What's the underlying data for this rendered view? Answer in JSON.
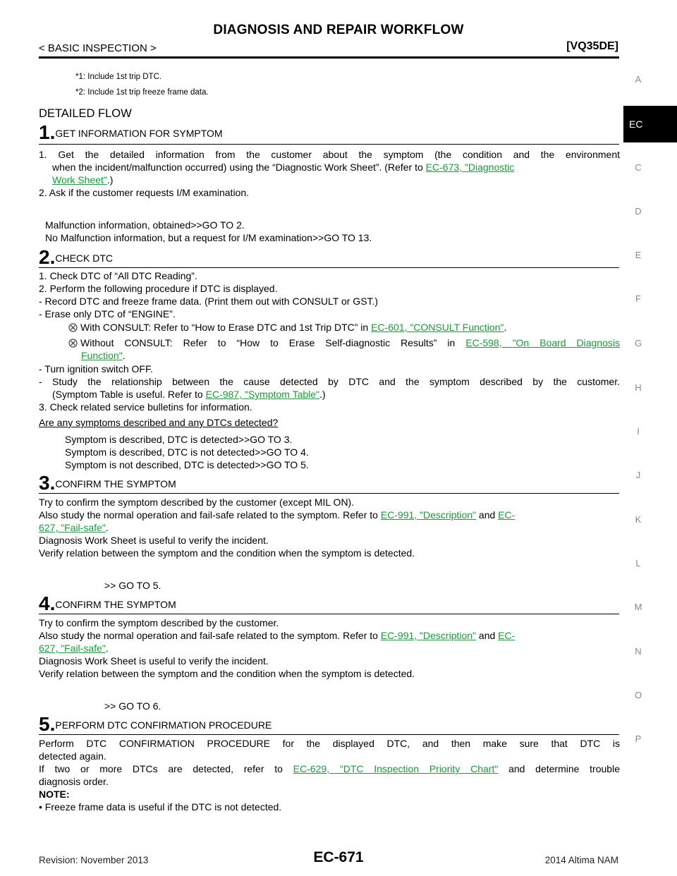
{
  "header": {
    "title": "DIAGNOSIS AND REPAIR WORKFLOW",
    "section": "< BASIC INSPECTION >",
    "model": "[VQ35DE]"
  },
  "notes": [
    "*1: Include 1st trip DTC.",
    "*2: Include 1st trip freeze frame data."
  ],
  "flow_title": "DETAILED FLOW",
  "sidebar": {
    "letters": [
      "A",
      "C",
      "D",
      "E",
      "F",
      "G",
      "H",
      "I",
      "J",
      "K",
      "L",
      "M",
      "N",
      "O",
      "P"
    ],
    "active_tab": "EC"
  },
  "colors": {
    "link": "#1a9a3a",
    "tab_bg": "#000000"
  },
  "steps": {
    "s1": {
      "num": "1.",
      "title": "GET INFORMATION FOR SYMPTOM",
      "l1": "1. Get the detailed information from the customer about the symptom (the condition and the environment",
      "l2a": "when the incident/malfunction occurred) using the “Diagnostic Work Sheet”. (Refer to ",
      "l2link": "EC-673, \"Diagnostic",
      "l3link": "Work Sheet\"",
      "l3b": ".)",
      "l4": "2. Ask if the customer requests I/M examination.",
      "r1": "Malfunction information, obtained>>GO TO 2.",
      "r2": "No Malfunction information, but a request for I/M examination>>GO TO 13."
    },
    "s2": {
      "num": "2.",
      "title": "CHECK DTC",
      "l1": "1. Check DTC of “All DTC Reading”.",
      "l2": "2. Perform the following procedure if DTC is displayed.",
      "l3": "- Record DTC and freeze frame data. (Print them out with CONSULT or GST.)",
      "l4": "- Erase only DTC of “ENGINE”.",
      "l5a": "With CONSULT: Refer to “How to Erase DTC and 1st Trip DTC” in ",
      "l5link": "EC-601, \"CONSULT Function\"",
      "l5b": ".",
      "l6a": "Without CONSULT: Refer to “How to Erase Self-diagnostic Results” in ",
      "l6link": "EC-598, \"On Board Diagnosis",
      "l7link": "Function\"",
      "l7b": ".",
      "l8": "- Turn ignition switch OFF.",
      "l9": "- Study the relationship between the cause detected by DTC and the symptom described by the customer.",
      "l10a": "(Symptom Table is useful. Refer to ",
      "l10link": "EC-987, \"Symptom Table\"",
      "l10b": ".)",
      "l11": "3. Check related service bulletins for information.",
      "question": "Are any symptoms described and any DTCs detected?",
      "r1": "Symptom is described, DTC is detected>>GO TO 3.",
      "r2": "Symptom is described, DTC is not detected>>GO TO 4.",
      "r3": "Symptom is not described, DTC is detected>>GO TO 5."
    },
    "s3": {
      "num": "3.",
      "title": "CONFIRM THE SYMPTOM",
      "l1": "Try to confirm the symptom described by the customer (except MIL ON).",
      "l2a": "Also study the normal operation and fail-safe related to the symptom. Refer to ",
      "l2link1": "EC-991, \"Description\"",
      "l2mid": " and ",
      "l2link2": "EC-",
      "l3link": "627, \"Fail-safe\"",
      "l3b": ".",
      "l4": "Diagnosis Work Sheet is useful to verify the incident.",
      "l5": "Verify relation between the symptom and the condition when the symptom is detected.",
      "go": ">> GO TO 5."
    },
    "s4": {
      "num": "4.",
      "title": "CONFIRM THE SYMPTOM",
      "l1": "Try to confirm the symptom described by the customer.",
      "l2a": "Also study the normal operation and fail-safe related to the symptom. Refer to ",
      "l2link1": "EC-991, \"Description\"",
      "l2mid": " and ",
      "l2link2": "EC-",
      "l3link": "627, \"Fail-safe\"",
      "l3b": ".",
      "l4": "Diagnosis Work Sheet is useful to verify the incident.",
      "l5": "Verify relation between the symptom and the condition when the symptom is detected.",
      "go": ">> GO TO 6."
    },
    "s5": {
      "num": "5.",
      "title": "PERFORM DTC CONFIRMATION PROCEDURE",
      "l1": "Perform DTC CONFIRMATION PROCEDURE for the displayed DTC, and then make sure that DTC is",
      "l2": "detected again.",
      "l3a": "If two or more DTCs are detected, refer to ",
      "l3link": "EC-629, \"DTC Inspection Priority Chart\"",
      "l3b": " and determine trouble",
      "l4": "diagnosis order.",
      "note_label": "NOTE:",
      "note": "• Freeze frame data is useful if the DTC is not detected."
    }
  },
  "footer": {
    "revision": "Revision: November 2013",
    "page": "EC-671",
    "edition": "2014 Altima NAM"
  }
}
